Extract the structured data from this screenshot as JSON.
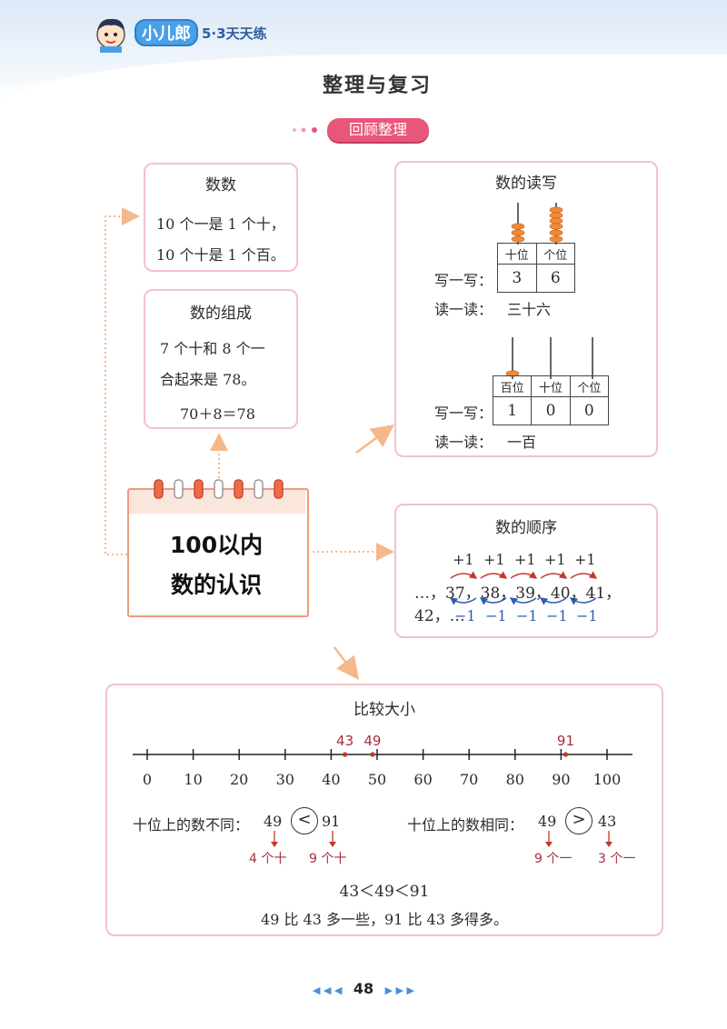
{
  "header": {
    "brand_name": "小儿郎",
    "brand_sub": "5·3天天练"
  },
  "page_title": "整理与复习",
  "section_label": "回顾整理",
  "counting": {
    "title": "数数",
    "line1": "10 个一是 1 个十，",
    "line2": "10 个十是 1 个百。"
  },
  "composition": {
    "title": "数的组成",
    "line1": "7 个十和 8 个一",
    "line2": "合起来是 78。",
    "equation": "70＋8＝78"
  },
  "read_write": {
    "title": "数的读写",
    "write_label": "写一写：",
    "read_label": "读一读：",
    "ex1": {
      "headers": [
        "十位",
        "个位"
      ],
      "values": [
        "3",
        "6"
      ],
      "reading": "三十六"
    },
    "ex2": {
      "headers": [
        "百位",
        "十位",
        "个位"
      ],
      "values": [
        "1",
        "0",
        "0"
      ],
      "reading": "一百"
    }
  },
  "center_card": {
    "line1": "100以内",
    "line2": "数的认识"
  },
  "sequence": {
    "title": "数的顺序",
    "plus_labels": [
      "+1",
      "+1",
      "+1",
      "+1",
      "+1"
    ],
    "numbers_text": "…，37，38，39，40，41，42，…",
    "minus_labels": [
      "−1",
      "−1",
      "−1",
      "−1",
      "−1"
    ]
  },
  "compare": {
    "title": "比较大小",
    "marked": [
      "43",
      "49",
      "91"
    ],
    "ticks": [
      "0",
      "10",
      "20",
      "30",
      "40",
      "50",
      "60",
      "70",
      "80",
      "90",
      "100"
    ],
    "left_label": "十位上的数不同：",
    "left_a": "49",
    "left_sign": "<",
    "left_b": "91",
    "left_note_a": "4 个十",
    "left_note_b": "9 个十",
    "right_label": "十位上的数相同：",
    "right_a": "49",
    "right_sign": ">",
    "right_b": "43",
    "right_note_a": "9 个一",
    "right_note_b": "3 个一",
    "chain": "43＜49＜91",
    "summary": "49 比 43 多一些，91 比 43 多得多。"
  },
  "footer": {
    "page": "48"
  },
  "colors": {
    "pink_border": "#f3c2c8",
    "accent_pink": "#e8567a",
    "arrow_orange": "#f5b88a",
    "blue_arrow": "#2d5fb0",
    "red_arrow": "#c0392b"
  },
  "icons": [
    "boy-mascot-icon",
    "abacus-icon",
    "calendar-rings-icon",
    "arrow-icon"
  ]
}
